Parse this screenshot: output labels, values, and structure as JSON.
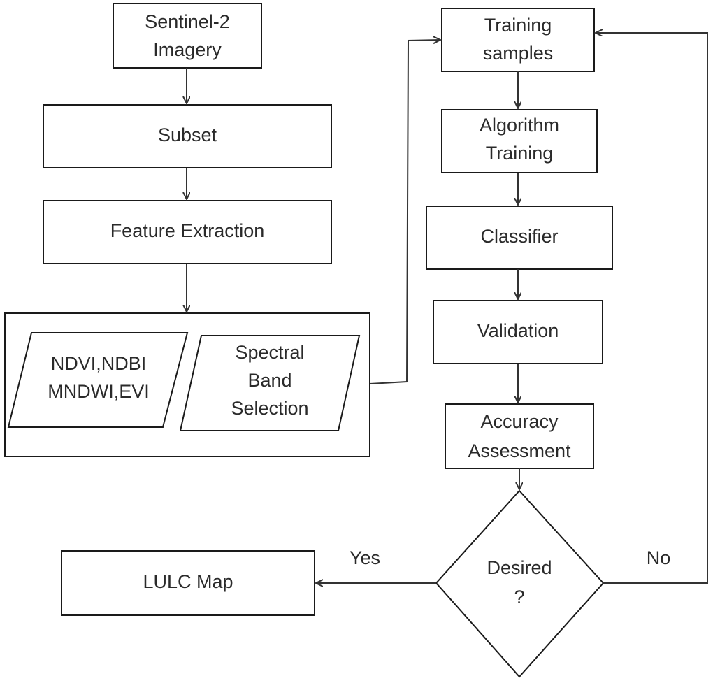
{
  "nodes": {
    "sentinel": [
      "Sentinel-2",
      "Imagery"
    ],
    "subset": [
      "Subset"
    ],
    "feature_extraction": [
      "Feature Extraction"
    ],
    "indices": [
      "NDVI,NDBI",
      "MNDWI,EVI"
    ],
    "spectral": [
      "Spectral",
      "Band",
      "Selection"
    ],
    "training_samples": [
      "Training",
      "samples"
    ],
    "algorithm_training": [
      "Algorithm",
      "Training"
    ],
    "classifier": [
      "Classifier"
    ],
    "validation": [
      "Validation"
    ],
    "accuracy": [
      "Accuracy",
      "Assessment"
    ],
    "desired": [
      "Desired",
      "?"
    ],
    "lulc": [
      "LULC Map"
    ]
  },
  "edge_labels": {
    "yes": "Yes",
    "no": "No"
  }
}
